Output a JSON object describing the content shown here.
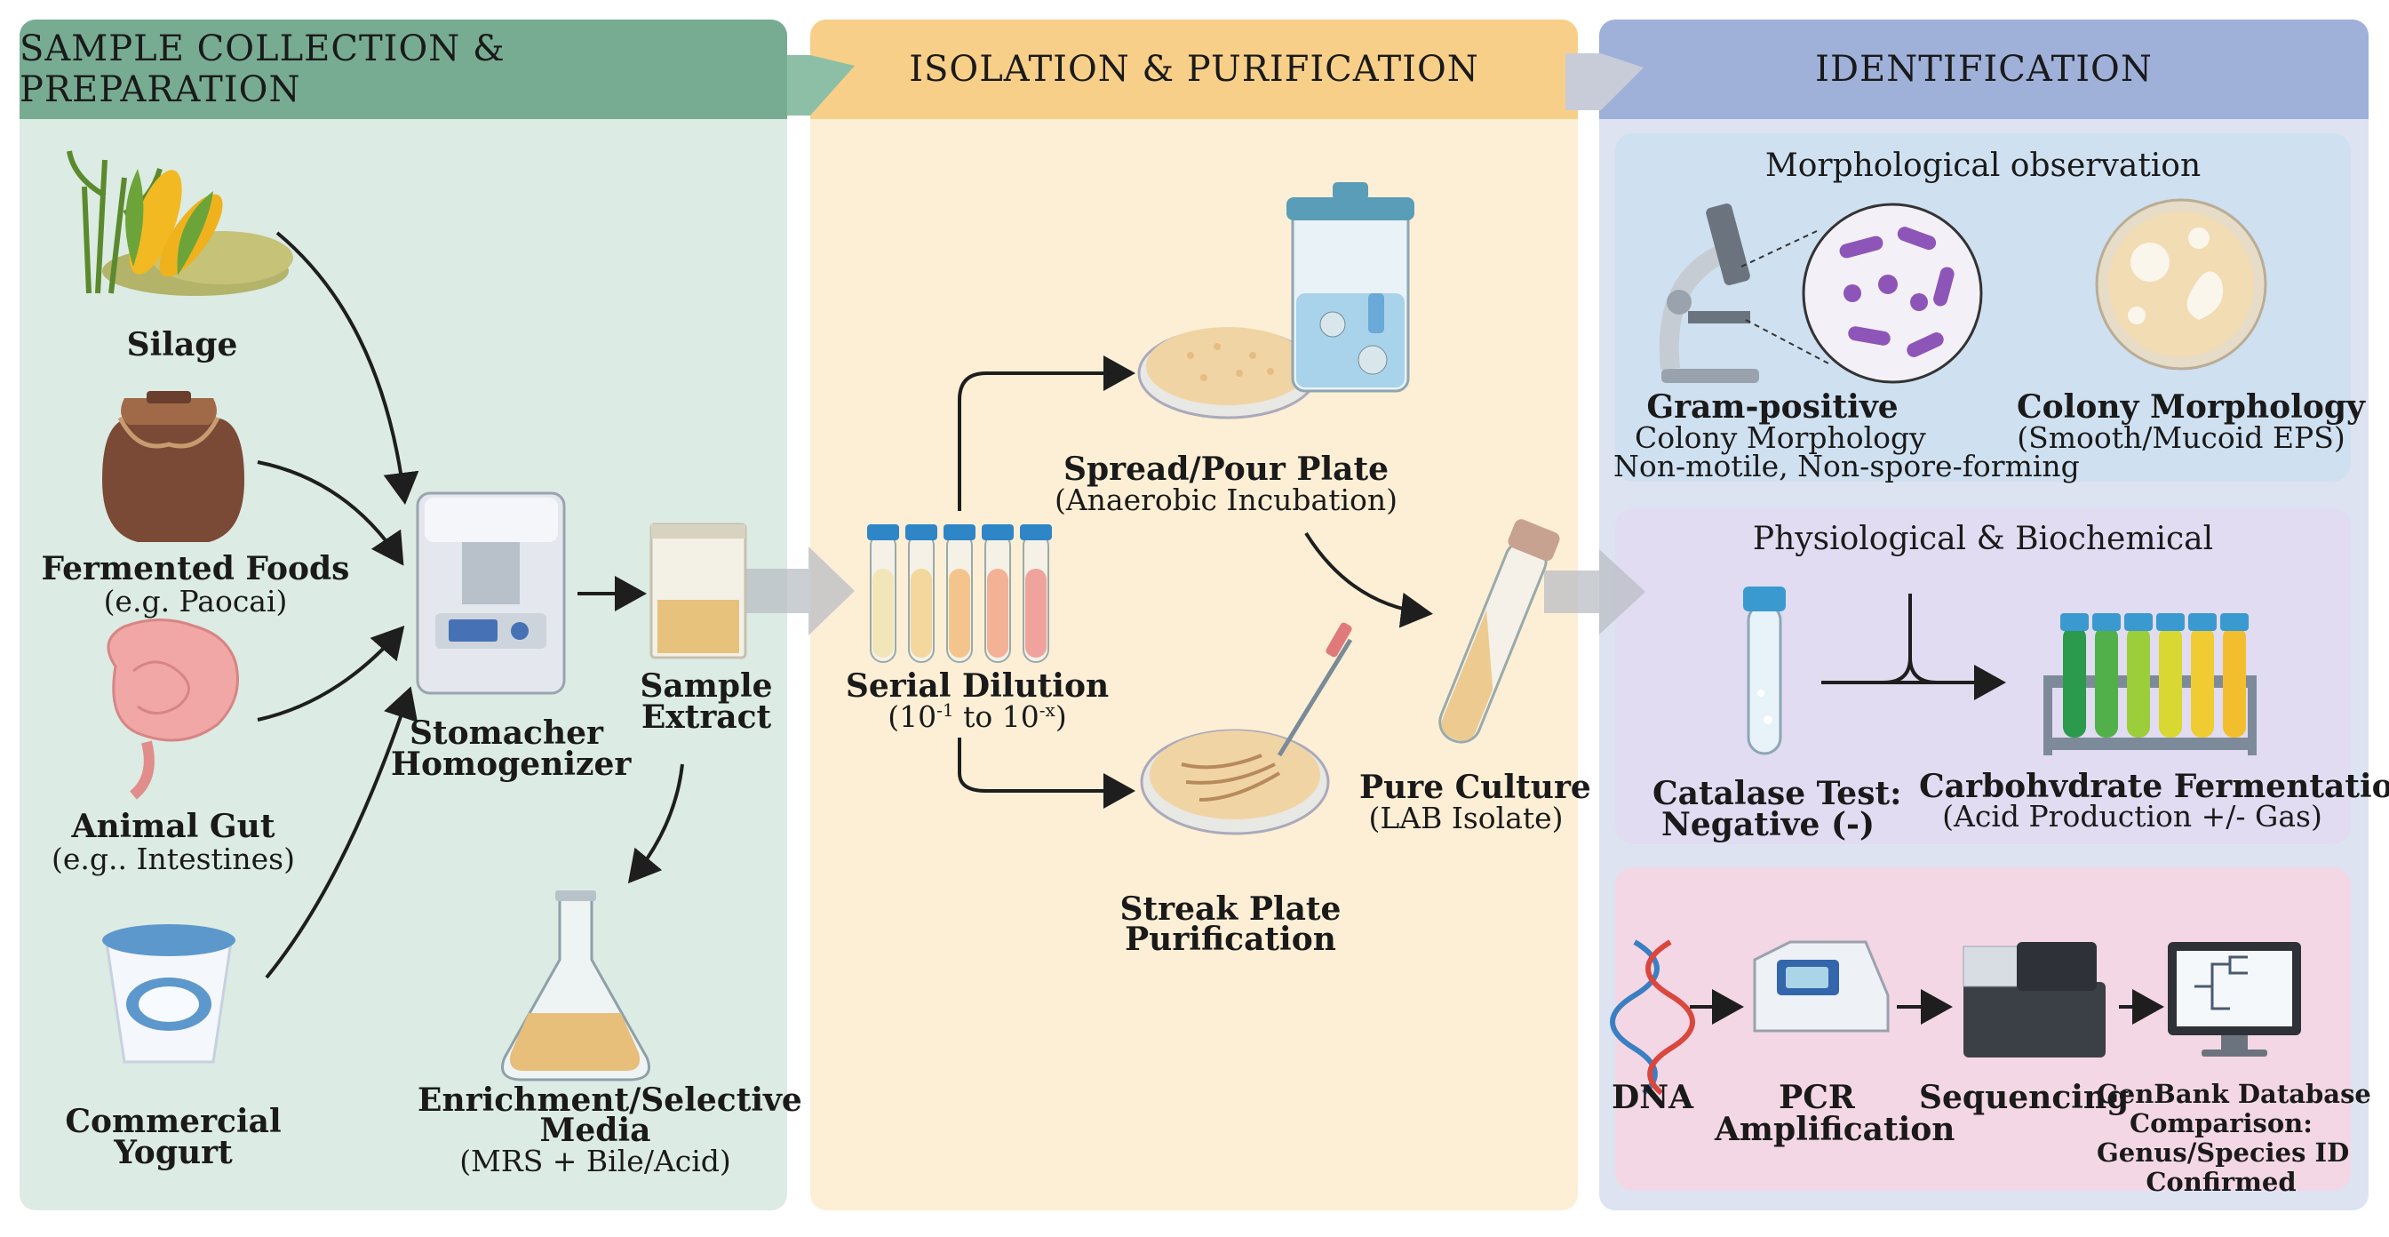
{
  "colors": {
    "panel1_bg": "#dcebe3",
    "panel1_head": "#77ac93",
    "panel2_bg": "#fdefd5",
    "panel2_head": "#f8cf88",
    "panel3_bg": "#dde3f1",
    "panel3_head": "#9fb0d9",
    "sub_morph": "#cfe0f1",
    "sub_phys": "#e1dcf1",
    "sub_mol": "#f4d7e4"
  },
  "sections": {
    "collection": "SAMPLE COLLECTION & PREPARATION",
    "isolation": "ISOLATION & PURIFICATION",
    "identification": "IDENTIFICATION"
  },
  "sources": {
    "silage": "Silage",
    "fermented": "Fermented Foods",
    "fermented_sub": "(e.g. Paocai)",
    "gut": "Animal Gut",
    "gut_sub": "(e.g.. Intestines)",
    "yogurt_1": "Commercial",
    "yogurt_2": "Yogurt"
  },
  "prep": {
    "stomacher_1": "Stomacher",
    "stomacher_2": "Homogenizer",
    "extract_1": "Sample",
    "extract_2": "Extract",
    "enrich_1": "Enrichment/Selective",
    "enrich_2": "Media",
    "enrich_3": "(MRS + Bile/Acid)"
  },
  "isolation": {
    "dilution": "Serial Dilution",
    "dilution_sub_a": "(10",
    "dilution_sup_a": "-1",
    "dilution_sub_b": " to 10",
    "dilution_sup_b": "-x",
    "dilution_sub_c": ")",
    "spread": "Spread/Pour Plate",
    "spread_sub": "(Anaerobic Incubation)",
    "streak_1": "Streak Plate",
    "streak_2": "Purification",
    "pure": "Pure Culture",
    "pure_sub": "(LAB Isolate)"
  },
  "identification": {
    "morph_title": "Morphological observation",
    "gram": "Gram-positive",
    "gram_sub_1": "Colony Morphology",
    "gram_sub_2": "Non-motile, Non-spore-forming",
    "colony": "Colony Morphology",
    "colony_sub": "(Smooth/Mucoid EPS)",
    "phys_title": "Physiological & Biochemical",
    "catalase_1": "Catalase Test:",
    "catalase_2": "Negative (-)",
    "carb": "Carbohvdrate Fermentation",
    "carb_sub": "(Acid Production +/- Gas)",
    "dna": "DNA",
    "pcr_1": "PCR",
    "pcr_2": "Amplification",
    "seq": "Sequencing",
    "genbank_1": "GenBank Database",
    "genbank_2": "Comparison:",
    "genbank_3": "Genus/Species ID",
    "genbank_4": "Confirmed"
  }
}
